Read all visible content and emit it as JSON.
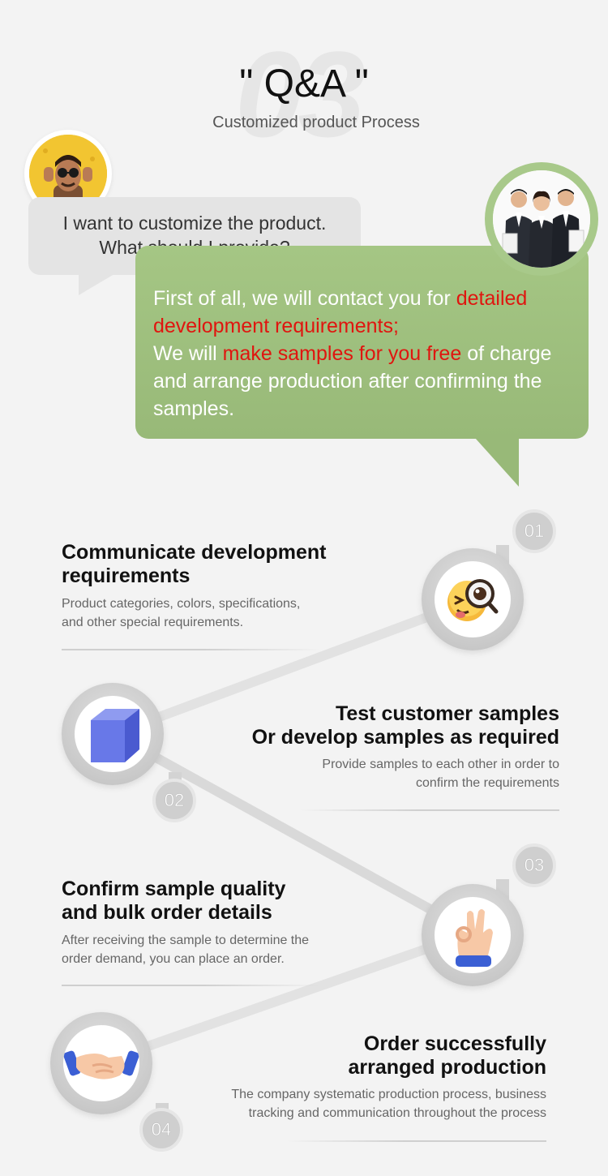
{
  "header": {
    "bg_number": "03",
    "title": "\" Q&A \"",
    "subtitle": "Customized product Process"
  },
  "chat": {
    "question_line1": "I want to customize the product.",
    "question_line2": "What should I provide?",
    "answer": {
      "p1_prefix": "First of all, we will contact you for ",
      "p1_highlight": "detailed development requirements",
      "p1_suffix": ";",
      "p2_prefix": "We will ",
      "p2_highlight": "make samples for you free",
      "p2_suffix": " of charge and arrange production after confirming the samples."
    },
    "colors": {
      "answer_bg": "#a5c684",
      "highlight": "#e0150f",
      "question_bg": "#e4e4e4"
    }
  },
  "steps": [
    {
      "number": "01",
      "title_line1": "Communicate development",
      "title_line2": "requirements",
      "desc_line1": "Product categories, colors, specifications,",
      "desc_line2": "and other special requirements.",
      "icon": "magnifier-emoji-icon"
    },
    {
      "number": "02",
      "title_line1": "Test customer samples",
      "title_line2": "Or develop samples as required",
      "desc_line1": "Provide samples to each other in order to",
      "desc_line2": "confirm the requirements",
      "icon": "cube-icon"
    },
    {
      "number": "03",
      "title_line1": "Confirm sample quality",
      "title_line2": "and bulk order details",
      "desc_line1": "After receiving the sample to determine the",
      "desc_line2": "order demand, you can place an order.",
      "icon": "ok-hand-icon"
    },
    {
      "number": "04",
      "title_line1": "Order successfully",
      "title_line2": "arranged production",
      "desc_line1": "The company systematic production process, business",
      "desc_line2": "tracking and communication throughout the process",
      "icon": "handshake-icon"
    }
  ]
}
